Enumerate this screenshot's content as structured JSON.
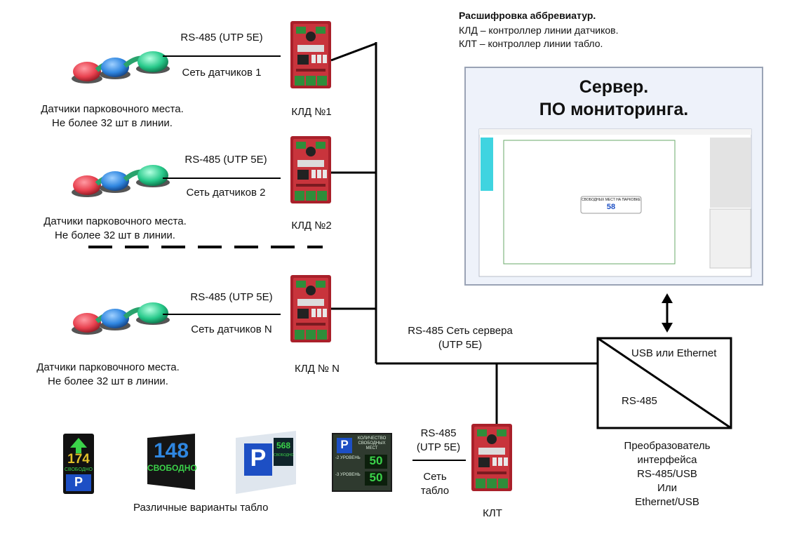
{
  "legend": {
    "title": "Расшифровка аббревиатур.",
    "lines": [
      "КЛД – контроллер линии датчиков.",
      "КЛТ – контроллер линии табло."
    ]
  },
  "server": {
    "title_line1": "Сервер.",
    "title_line2": "ПО мониторинга.",
    "screenshot_caption": "СВОБОДНЫХ МЕСТ НА ПАРКОВКЕ",
    "screenshot_value": "58"
  },
  "lines": [
    {
      "cable": "RS-485 (UTP 5E)",
      "network": "Сеть датчиков 1",
      "controller": "КЛД №1",
      "sensors_line1": "Датчики парковочного места.",
      "sensors_line2": "Не более 32 шт  в линии."
    },
    {
      "cable": "RS-485 (UTP 5E)",
      "network": "Сеть датчиков 2",
      "controller": "КЛД №2",
      "sensors_line1": "Датчики парковочного места.",
      "sensors_line2": "Не более 32 шт  в линии."
    },
    {
      "cable": "RS-485 (UTP 5E)",
      "network": "Сеть датчиков N",
      "controller": "КЛД № N",
      "sensors_line1": "Датчики парковочного места.",
      "sensors_line2": "Не более 32 шт  в линии."
    }
  ],
  "server_network": {
    "line1": "RS-485 Сеть сервера",
    "line2": "(UTP 5E)"
  },
  "converter": {
    "top_label": "USB или Ethernet",
    "bottom_label": "RS-485",
    "caption": [
      "Преобразователь",
      "интерфейса",
      "RS-485/USB",
      "Или",
      "Ethernet/USB"
    ]
  },
  "board_line": {
    "cable_line1": "RS-485",
    "cable_line2": "(UTP 5E)",
    "network_line1": "Сеть",
    "network_line2": "табло",
    "controller": "КЛТ"
  },
  "boards": {
    "caption": "Различные варианты табло",
    "b1_number": "174",
    "b1_word": "СВОБОДНО",
    "b1_symbol": "P",
    "b2_number": "148",
    "b2_word": "СВОБОДНО",
    "b3_symbol": "P",
    "b3_number": "568",
    "b3_word": "СВОБОДНО",
    "b4_symbol": "P",
    "b4_header": "КОЛИЧЕСТВО СВОБОДНЫХ МЕСТ",
    "b4_row1_label": "-2 УРОВЕНЬ",
    "b4_row1_value": "50",
    "b4_row2_label": "-3 УРОВЕНЬ",
    "b4_row2_value": "50"
  },
  "colors": {
    "sensor_red": "#e8414f",
    "sensor_blue": "#2f86e0",
    "sensor_green": "#27c98a",
    "board_red": "#b3262f",
    "server_panel": "#eef2fa",
    "line": "#000000"
  }
}
